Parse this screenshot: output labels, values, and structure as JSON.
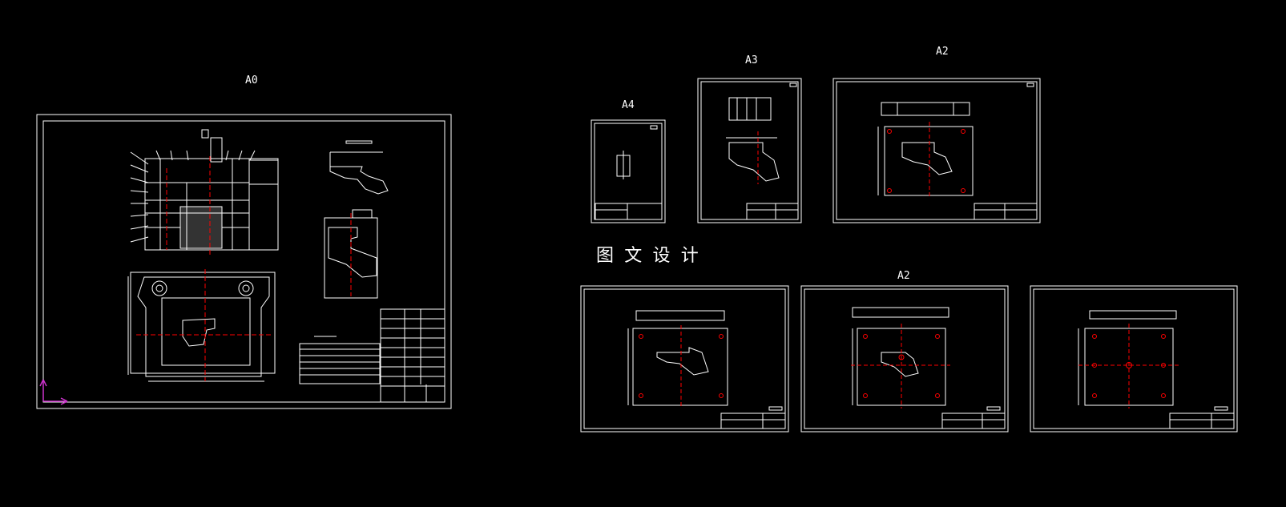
{
  "sheets": [
    {
      "id": "a0",
      "label": "A0"
    },
    {
      "id": "a4",
      "label": "A4"
    },
    {
      "id": "a3",
      "label": "A3"
    },
    {
      "id": "a2-top",
      "label": "A2"
    },
    {
      "id": "a2-bottom",
      "label": "A2"
    }
  ],
  "watermark": "图 文 设 计",
  "colors": {
    "background": "#000000",
    "lines": "#ffffff",
    "accent": "#ff0000",
    "ucs_icon": "#cc33cc"
  },
  "icons": [
    "ucs-axis-icon"
  ]
}
